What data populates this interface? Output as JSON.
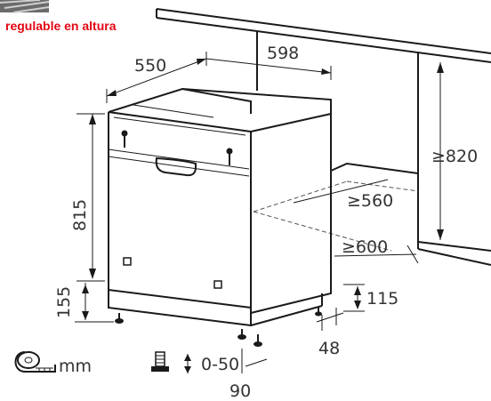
{
  "banner": {
    "text": "regulable en altura",
    "color": "#e30613"
  },
  "dimensions": {
    "depth": "550",
    "width": "598",
    "height": "815",
    "plinth": "155",
    "niche_height": "≥820",
    "niche_depth": "≥560",
    "niche_width": "≥600",
    "kick_height": "115",
    "kick_depth": "48",
    "adjust": "0-50",
    "offset": "90"
  },
  "legend": {
    "unit": "mm",
    "tape_icon": "measuring-tape-icon",
    "foot_icon": "adjustable-foot-icon"
  }
}
